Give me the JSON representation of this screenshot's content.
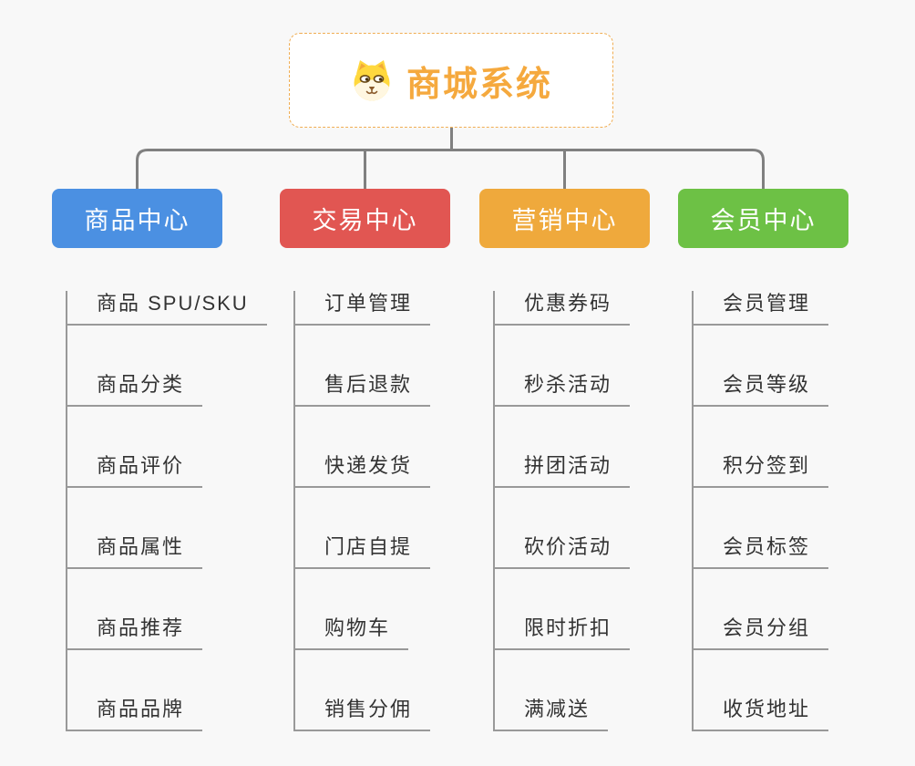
{
  "page": {
    "background_color": "#f8f8f8"
  },
  "root": {
    "title": "商城系统",
    "icon": "dog-face-icon",
    "text_color": "#f5a93e",
    "border_color": "#f0ad52"
  },
  "connectors": {
    "tree_line_color": "#808080",
    "leaf_line_color": "#999999"
  },
  "branches": [
    {
      "label": "商品中心",
      "color": "#4b90e2",
      "children": [
        "商品 SPU/SKU",
        "商品分类",
        "商品评价",
        "商品属性",
        "商品推荐",
        "商品品牌"
      ]
    },
    {
      "label": "交易中心",
      "color": "#e15652",
      "children": [
        "订单管理",
        "售后退款",
        "快递发货",
        "门店自提",
        "购物车",
        "销售分佣"
      ]
    },
    {
      "label": "营销中心",
      "color": "#efa93c",
      "children": [
        "优惠券码",
        "秒杀活动",
        "拼团活动",
        "砍价活动",
        "限时折扣",
        "满减送"
      ]
    },
    {
      "label": "会员中心",
      "color": "#6dc145",
      "children": [
        "会员管理",
        "会员等级",
        "积分签到",
        "会员标签",
        "会员分组",
        "收货地址"
      ]
    }
  ]
}
